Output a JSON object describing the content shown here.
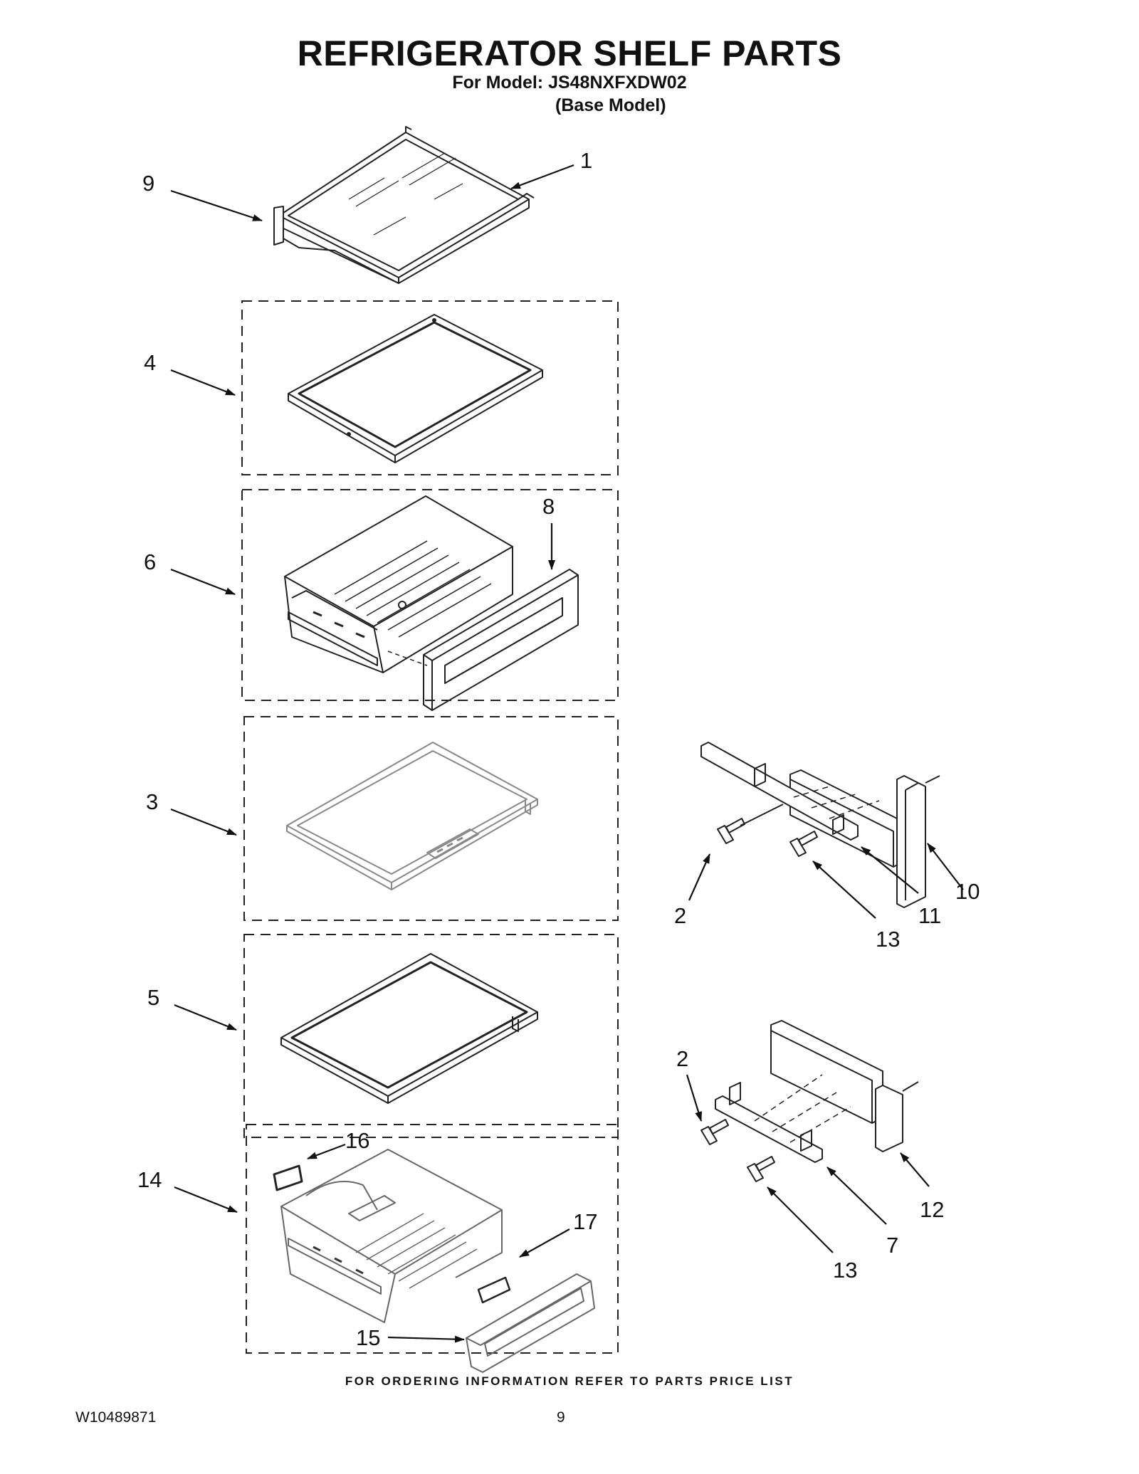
{
  "header": {
    "title": "REFRIGERATOR SHELF PARTS",
    "model_line": "For Model: JS48NXFXDW02",
    "model_note": "(Base Model)"
  },
  "callouts": {
    "c1": "1",
    "c9": "9",
    "c4": "4",
    "c6": "6",
    "c8": "8",
    "c3": "3",
    "c5": "5",
    "c14": "14",
    "c16": "16",
    "c17": "17",
    "c15": "15",
    "c2a": "2",
    "c13a": "13",
    "c11": "11",
    "c10": "10",
    "c2b": "2",
    "c12": "12",
    "c7": "7",
    "c13b": "13"
  },
  "footer": {
    "ordering_note": "FOR ORDERING INFORMATION REFER TO PARTS PRICE LIST",
    "document_number": "W10489871",
    "page_number": "9"
  }
}
